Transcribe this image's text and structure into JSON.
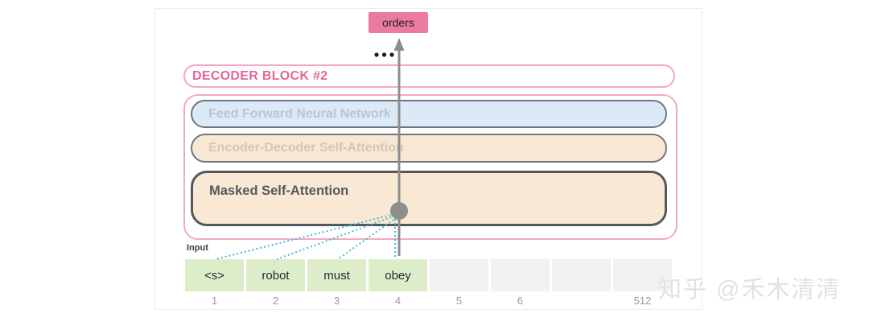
{
  "output_token": "orders",
  "decoder_block": {
    "label": "DECODER BLOCK #2",
    "layers": [
      {
        "name": "Feed Forward Neural Network",
        "state": "inactive"
      },
      {
        "name": "Encoder-Decoder Self-Attention",
        "state": "inactive"
      },
      {
        "name": "Masked Self-Attention",
        "state": "active"
      }
    ]
  },
  "input": {
    "label": "Input",
    "tokens": [
      "<s>",
      "robot",
      "must",
      "obey",
      "",
      "",
      "",
      ""
    ],
    "positions": [
      "1",
      "2",
      "3",
      "4",
      "5",
      "6",
      "",
      "512"
    ]
  },
  "connections": {
    "attended_token_positions": [
      1,
      2,
      3,
      4
    ],
    "line_style": "dotted"
  },
  "watermark": "知乎 @禾木清清",
  "colors": {
    "accent_pink_text": "#e0679a",
    "pink_border": "#f3a9c2",
    "orders_fill": "#ea7aa1",
    "ffnn_fill": "#dce9f7",
    "attention_fill": "#f8e8d3",
    "token_green": "#ddedca",
    "token_gray": "#f1f1ef",
    "connection_cyan": "#46b9da",
    "arrow_gray": "#8d8d8d"
  }
}
